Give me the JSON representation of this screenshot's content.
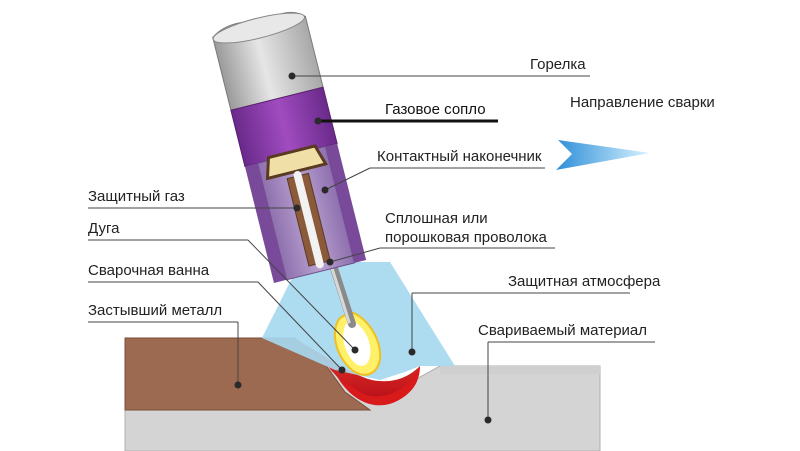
{
  "labels": {
    "torch": "Горелка",
    "gas_nozzle": "Газовое сопло",
    "welding_direction": "Направление сварки",
    "contact_tip": "Контактный наконечник",
    "shielding_gas": "Защитный газ",
    "wire_line1": "Сплошная или",
    "wire_line2": "порошковая проволока",
    "arc": "Дуга",
    "weld_pool": "Сварочная ванна",
    "shielding_atmosphere": "Защитная атмосфера",
    "solidified_metal": "Застывший металл",
    "base_material": "Свариваемый материал"
  },
  "colors": {
    "torch_body": "#c8c8c8",
    "nozzle_purple": "#8a3fa8",
    "nozzle_inner": "#9e7fb8",
    "contact_tip": "#8a5a3a",
    "shield_atmosphere": "#a6d8ee",
    "base_material": "#d3d3d3",
    "weld_bead": "#9a6a50",
    "weld_pool": "#e02020",
    "arc": "#ffe870",
    "direction_arrow": "#5fb8e8"
  }
}
